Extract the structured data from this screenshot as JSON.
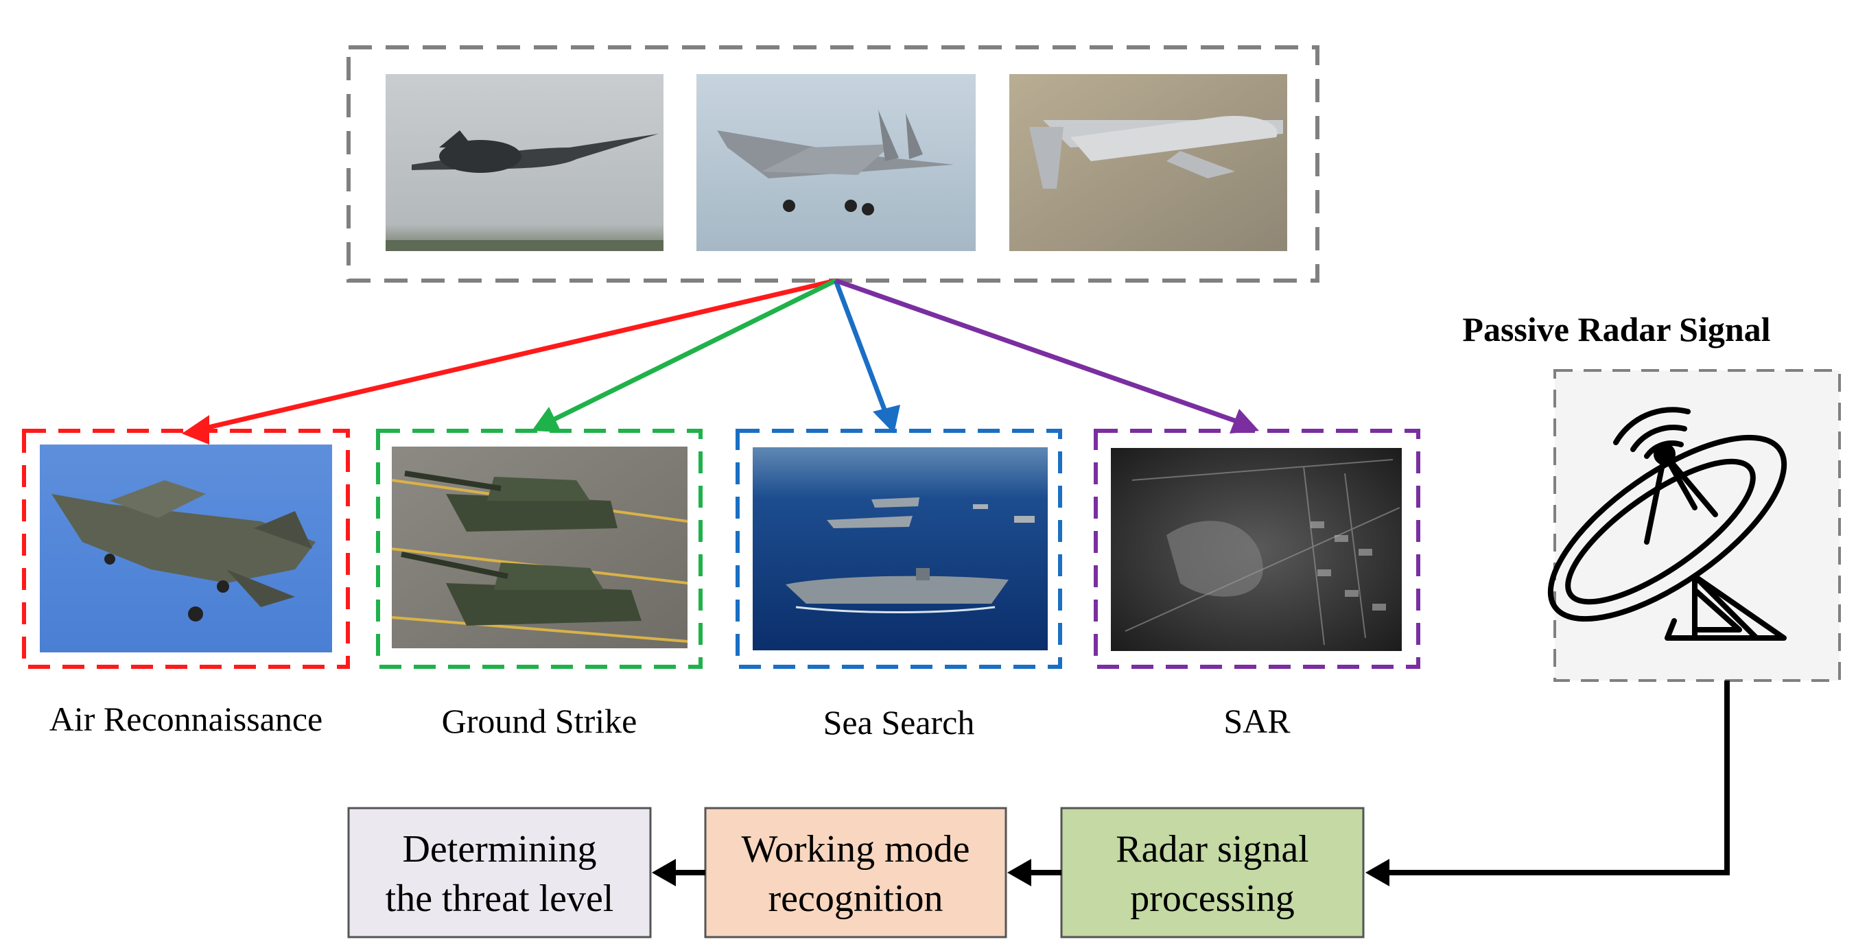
{
  "radar": {
    "title": "Passive Radar Signal"
  },
  "modes": [
    {
      "label": "Air Reconnaissance",
      "color": "#ff1a1a"
    },
    {
      "label": "Ground Strike",
      "color": "#1fb24a"
    },
    {
      "label": "Sea Search",
      "color": "#1a6fc4"
    },
    {
      "label": "SAR",
      "color": "#7a2ea0"
    }
  ],
  "pipeline": {
    "threat": {
      "line1": "Determining",
      "line2": "the threat level",
      "fill": "#ebe8f0"
    },
    "working": {
      "line1": "Working mode",
      "line2": "recognition",
      "fill": "#f8d6bf"
    },
    "processing": {
      "line1": "Radar signal",
      "line2": "processing",
      "fill": "#c4d9a3"
    }
  },
  "colors": {
    "source_border": "#808080",
    "arrow": "#000000"
  },
  "icons": {
    "source_images": [
      "global-hawk-uav-photo",
      "fighter-jet-photo",
      "predator-drone-photo"
    ],
    "mode_images": [
      "stealth-fighter-photo",
      "tanks-photo",
      "aircraft-carriers-photo",
      "sar-image"
    ],
    "radar_icon": "satellite-dish-icon"
  }
}
